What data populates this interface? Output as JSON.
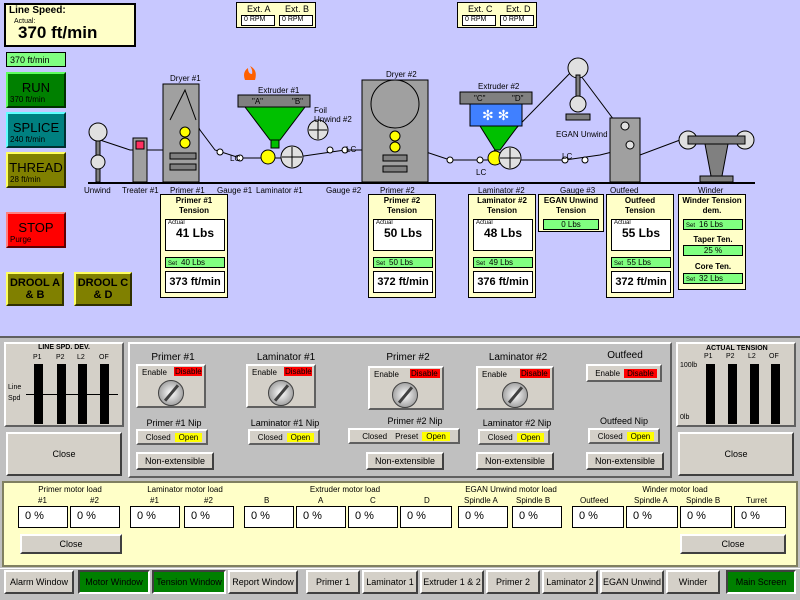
{
  "colors": {
    "process_bg": "#c8c8ff",
    "panel_bg": "#c0c0c0",
    "cream": "#ffffc8",
    "green": "#80ff80",
    "red": "#ff0000",
    "yellow": "#ffff00",
    "dark_green": "#008000"
  },
  "line_speed": {
    "title": "Line Speed:",
    "actual_label": "Actual:",
    "actual": "370 ft/min",
    "set": "370 ft/min"
  },
  "modes": [
    {
      "label": "RUN",
      "speed": "370 ft/min"
    },
    {
      "label": "SPLICE",
      "speed": "240 ft/min"
    },
    {
      "label": "THREAD",
      "speed": "28 ft/min"
    }
  ],
  "stop": {
    "label": "STOP",
    "sub": "Purge"
  },
  "drool": [
    {
      "label": "DROOL A & B"
    },
    {
      "label": "DROOL C & D"
    }
  ],
  "ext_ab": {
    "a": "Ext. A",
    "b": "Ext. B",
    "a_val": "0 RPM",
    "b_val": "0 RPM"
  },
  "ext_cd": {
    "c": "Ext. C",
    "d": "Ext. D",
    "c_val": "0 RPM",
    "d_val": "0 RPM"
  },
  "machine_labels": {
    "unwind": "Unwind",
    "treater": "Treater #1",
    "primer1": "Primer #1",
    "gauge1": "Gauge #1",
    "laminator1": "Laminator #1",
    "gauge2": "Gauge #2",
    "primer2": "Primer #2",
    "laminator2": "Laminator #2",
    "gauge3": "Gauge #3",
    "outfeed": "Outfeed",
    "winder": "Winder",
    "dryer1": "Dryer #1",
    "extruder1": "Extruder #1",
    "extA": "\"A\"",
    "extB": "\"B\"",
    "foil": "Foil Unwind #2",
    "dryer2": "Dryer #2",
    "extruder2": "Extruder #2",
    "extC": "\"C\"",
    "extD": "\"D\"",
    "egan": "EGAN Unwind",
    "lc": "LC"
  },
  "tension_panels": [
    {
      "title": "Primer #1 Tension",
      "actual_label": "Actual",
      "actual": "41 Lbs",
      "set_label": "Set",
      "set": "40 Lbs",
      "speed": "373 ft/min"
    },
    {
      "title": "Primer #2 Tension",
      "actual_label": "Actual",
      "actual": "50 Lbs",
      "set_label": "Set",
      "set": "50 Lbs",
      "speed": "372 ft/min"
    },
    {
      "title": "Laminator #2 Tension",
      "actual_label": "Actual",
      "actual": "48 Lbs",
      "set_label": "Set",
      "set": "49 Lbs",
      "speed": "376 ft/min"
    },
    {
      "title": "Outfeed Tension",
      "actual_label": "Actual",
      "actual": "55 Lbs",
      "set_label": "Set",
      "set": "55 Lbs",
      "speed": "372 ft/min"
    }
  ],
  "egan_tension": {
    "title": "EGAN Unwind Tension",
    "value": "0 Lbs"
  },
  "winder_panel": {
    "title": "Winder Tension dem.",
    "set_label": "Set",
    "set": "16 Lbs",
    "taper_title": "Taper Ten.",
    "taper": "25 %",
    "core_title": "Core Ten.",
    "core_label": "Set",
    "core": "32 Lbs"
  },
  "line_spd_dev": {
    "title": "LINE SPD. DEV.",
    "cols": [
      "P1",
      "P2",
      "L2",
      "OF"
    ],
    "axis": "Line Spd",
    "close": "Close"
  },
  "actual_tension": {
    "title": "ACTUAL TENSION",
    "cols": [
      "P1",
      "P2",
      "L2",
      "OF"
    ],
    "max": "100lb",
    "min": "0lb",
    "close": "Close"
  },
  "stations": [
    {
      "title": "Primer #1",
      "enable": "Enable",
      "disable": "Disable",
      "nip_title": "Primer #1 Nip",
      "closed": "Closed",
      "open": "Open",
      "nonext": "Non-extensible"
    },
    {
      "title": "Laminator #1",
      "enable": "Enable",
      "disable": "Disable",
      "nip_title": "Laminator #1 Nip",
      "closed": "Closed",
      "open": "Open"
    },
    {
      "title": "Primer #2",
      "enable": "Enable",
      "disable": "Disable",
      "nip_title": "Primer #2 Nip",
      "closed": "Closed",
      "preset": "Preset",
      "open": "Open",
      "nonext": "Non-extensible"
    },
    {
      "title": "Laminator #2",
      "enable": "Enable",
      "disable": "Disable",
      "nip_title": "Laminator #2 Nip",
      "closed": "Closed",
      "open": "Open",
      "nonext": "Non-extensible"
    },
    {
      "title": "Outfeed",
      "enable": "Enable",
      "disable": "Disable",
      "nip_title": "Outfeed Nip",
      "closed": "Closed",
      "open": "Open",
      "nonext": "Non-extensible"
    }
  ],
  "motor_load": {
    "groups": [
      {
        "title": "Primer motor load",
        "cols": [
          {
            "h": "#1",
            "v": "0 %"
          },
          {
            "h": "#2",
            "v": "0 %"
          }
        ]
      },
      {
        "title": "Laminator motor load",
        "cols": [
          {
            "h": "#1",
            "v": "0 %"
          },
          {
            "h": "#2",
            "v": "0 %"
          }
        ]
      },
      {
        "title": "Extruder motor load",
        "cols": [
          {
            "h": "B",
            "v": "0 %"
          },
          {
            "h": "A",
            "v": "0 %"
          },
          {
            "h": "C",
            "v": "0 %"
          },
          {
            "h": "D",
            "v": "0 %"
          }
        ]
      },
      {
        "title": "EGAN Unwind motor load",
        "cols": [
          {
            "h": "Spindle A",
            "v": "0 %"
          },
          {
            "h": "Spindle B",
            "v": "0 %"
          }
        ]
      },
      {
        "title": "Winder motor load",
        "cols": [
          {
            "h": "Outfeed",
            "v": "0 %"
          },
          {
            "h": "Spindle A",
            "v": "0 %"
          },
          {
            "h": "Spindle B",
            "v": "0 %"
          },
          {
            "h": "Turret",
            "v": "0 %"
          }
        ]
      }
    ],
    "close_left": "Close",
    "close_right": "Close"
  },
  "taskbar": [
    {
      "label": "Alarm Window",
      "active": false
    },
    {
      "label": "Motor Window",
      "active": true
    },
    {
      "label": "Tension Window",
      "active": true
    },
    {
      "label": "Report Window",
      "active": false
    },
    {
      "label": "Primer 1",
      "active": false
    },
    {
      "label": "Laminator 1",
      "active": false
    },
    {
      "label": "Extruder 1 & 2",
      "active": false
    },
    {
      "label": "Primer 2",
      "active": false
    },
    {
      "label": "Laminator 2",
      "active": false
    },
    {
      "label": "EGAN Unwind",
      "active": false
    },
    {
      "label": "Winder",
      "active": false
    },
    {
      "label": "Main Screen",
      "active": true
    }
  ]
}
